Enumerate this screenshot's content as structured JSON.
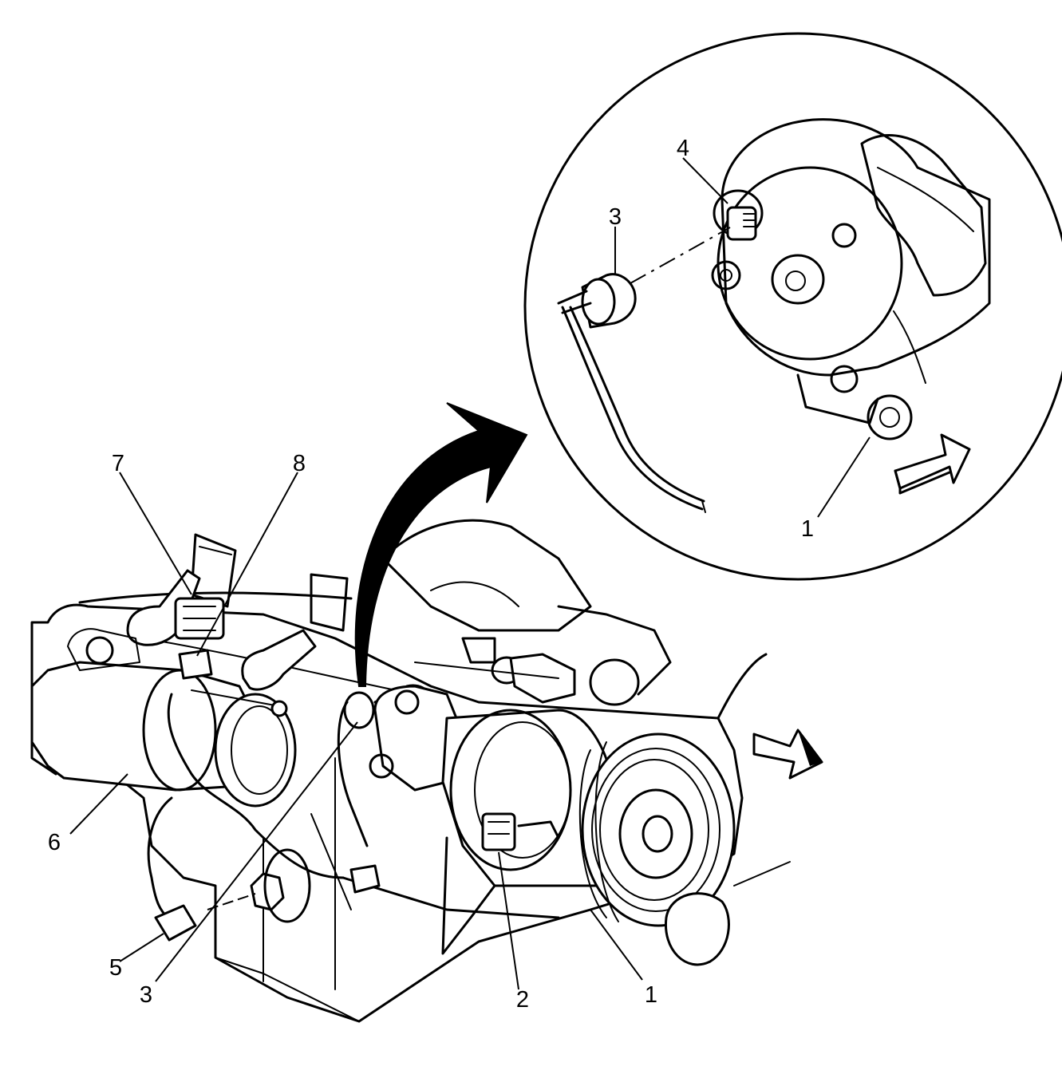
{
  "callouts": [
    {
      "id": "1",
      "label": "1"
    },
    {
      "id": "1-detail",
      "label": "1"
    },
    {
      "id": "2",
      "label": "2"
    },
    {
      "id": "3",
      "label": "3"
    },
    {
      "id": "3-detail",
      "label": "3"
    },
    {
      "id": "4",
      "label": "4"
    },
    {
      "id": "5",
      "label": "5"
    },
    {
      "id": "6",
      "label": "6"
    },
    {
      "id": "7",
      "label": "7"
    },
    {
      "id": "8",
      "label": "8"
    }
  ]
}
